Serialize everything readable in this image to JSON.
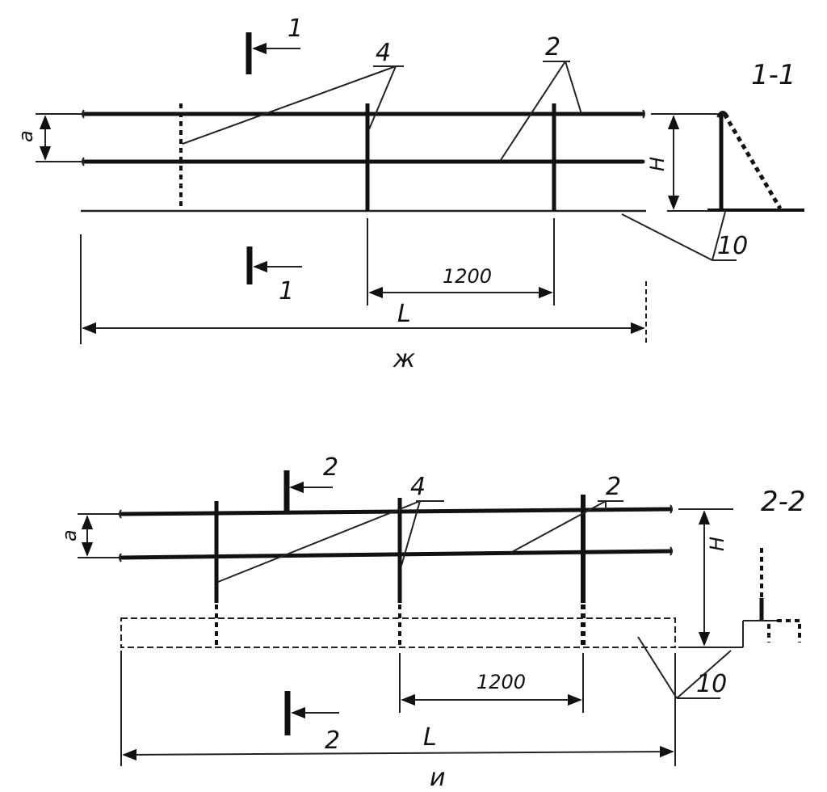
{
  "top": {
    "dim_a": "a",
    "dim_H": "H",
    "dim_1200": "1200",
    "dim_L": "L",
    "dim_total": "ж",
    "section_mark_top": "1",
    "section_mark_bottom": "1",
    "section_title": "1-1",
    "leader_posts": "4",
    "leader_rails": "2",
    "leader_base": "10"
  },
  "bottom": {
    "dim_a": "a",
    "dim_H": "H",
    "dim_1200": "1200",
    "dim_L": "L",
    "dim_total": "и",
    "section_mark_top": "2",
    "section_mark_bottom": "2",
    "section_title": "2-2",
    "leader_posts": "4",
    "leader_rails": "2",
    "leader_base": "10"
  }
}
